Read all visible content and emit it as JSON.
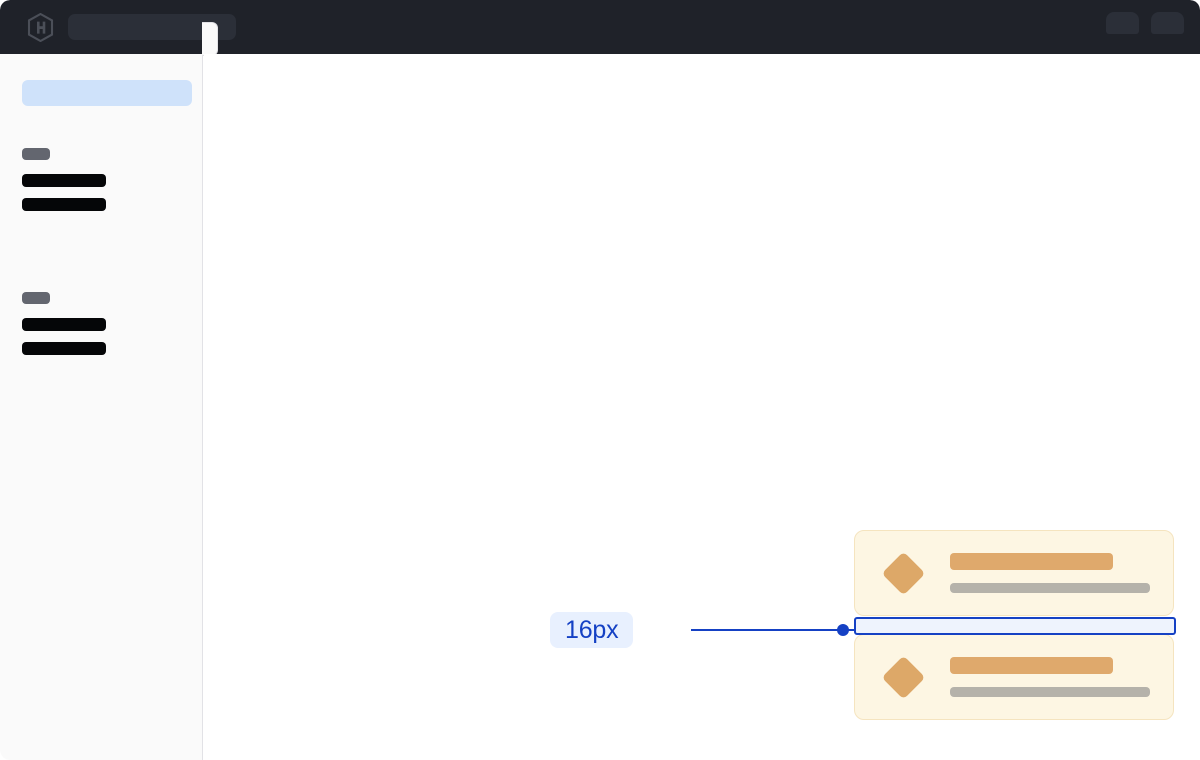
{
  "app": {
    "frame_background": "#ffffff",
    "header": {
      "background": "#1f2229",
      "logo_icon": "hashicorp-hexagon-logo-icon",
      "search": {
        "placeholder": "",
        "value": "",
        "background": "#2b2f38"
      },
      "actions": [
        {
          "name": "header-action-one",
          "icon": "placeholder-pill-icon"
        },
        {
          "name": "header-action-two",
          "icon": "placeholder-pill-icon"
        }
      ]
    }
  },
  "sidebar": {
    "background": "#fafafa",
    "border_color": "#e2e2e6",
    "active_item": {
      "label": "",
      "highlight_color": "#cfe2fa"
    },
    "collapse_handle": {
      "icon": "sidebar-collapse-handle-icon",
      "label": ""
    },
    "groups": [
      {
        "label": "",
        "label_color": "#63666f",
        "items": [
          {
            "label": "",
            "color": "#050608"
          },
          {
            "label": "",
            "color": "#050608"
          }
        ]
      },
      {
        "label": "",
        "label_color": "#63666f",
        "items": [
          {
            "label": "",
            "color": "#050608"
          },
          {
            "label": "",
            "color": "#050608"
          }
        ]
      }
    ]
  },
  "main": {
    "background": "#ffffff",
    "cards": [
      {
        "icon": "diamond-icon",
        "icon_color": "#dda868",
        "background": "#fdf6e3",
        "border_color": "#f5e4bf",
        "primary_line": {
          "label": "",
          "color": "#dfa96c"
        },
        "secondary_line": {
          "label": "",
          "color": "#b5b2aa"
        }
      },
      {
        "icon": "diamond-icon",
        "icon_color": "#dda868",
        "background": "#fdf6e3",
        "border_color": "#f5e4bf",
        "primary_line": {
          "label": "",
          "color": "#dfa96c"
        },
        "secondary_line": {
          "label": "",
          "color": "#b5b2aa"
        }
      }
    ]
  },
  "measurement": {
    "value": "16px",
    "accent_color": "#1541c4",
    "badge_background": "#e8f0fe",
    "highlight_fill": "#eef3fd",
    "leader_line_color": "#1541c4",
    "endpoint_icon": "measurement-endpoint-dot-icon"
  }
}
